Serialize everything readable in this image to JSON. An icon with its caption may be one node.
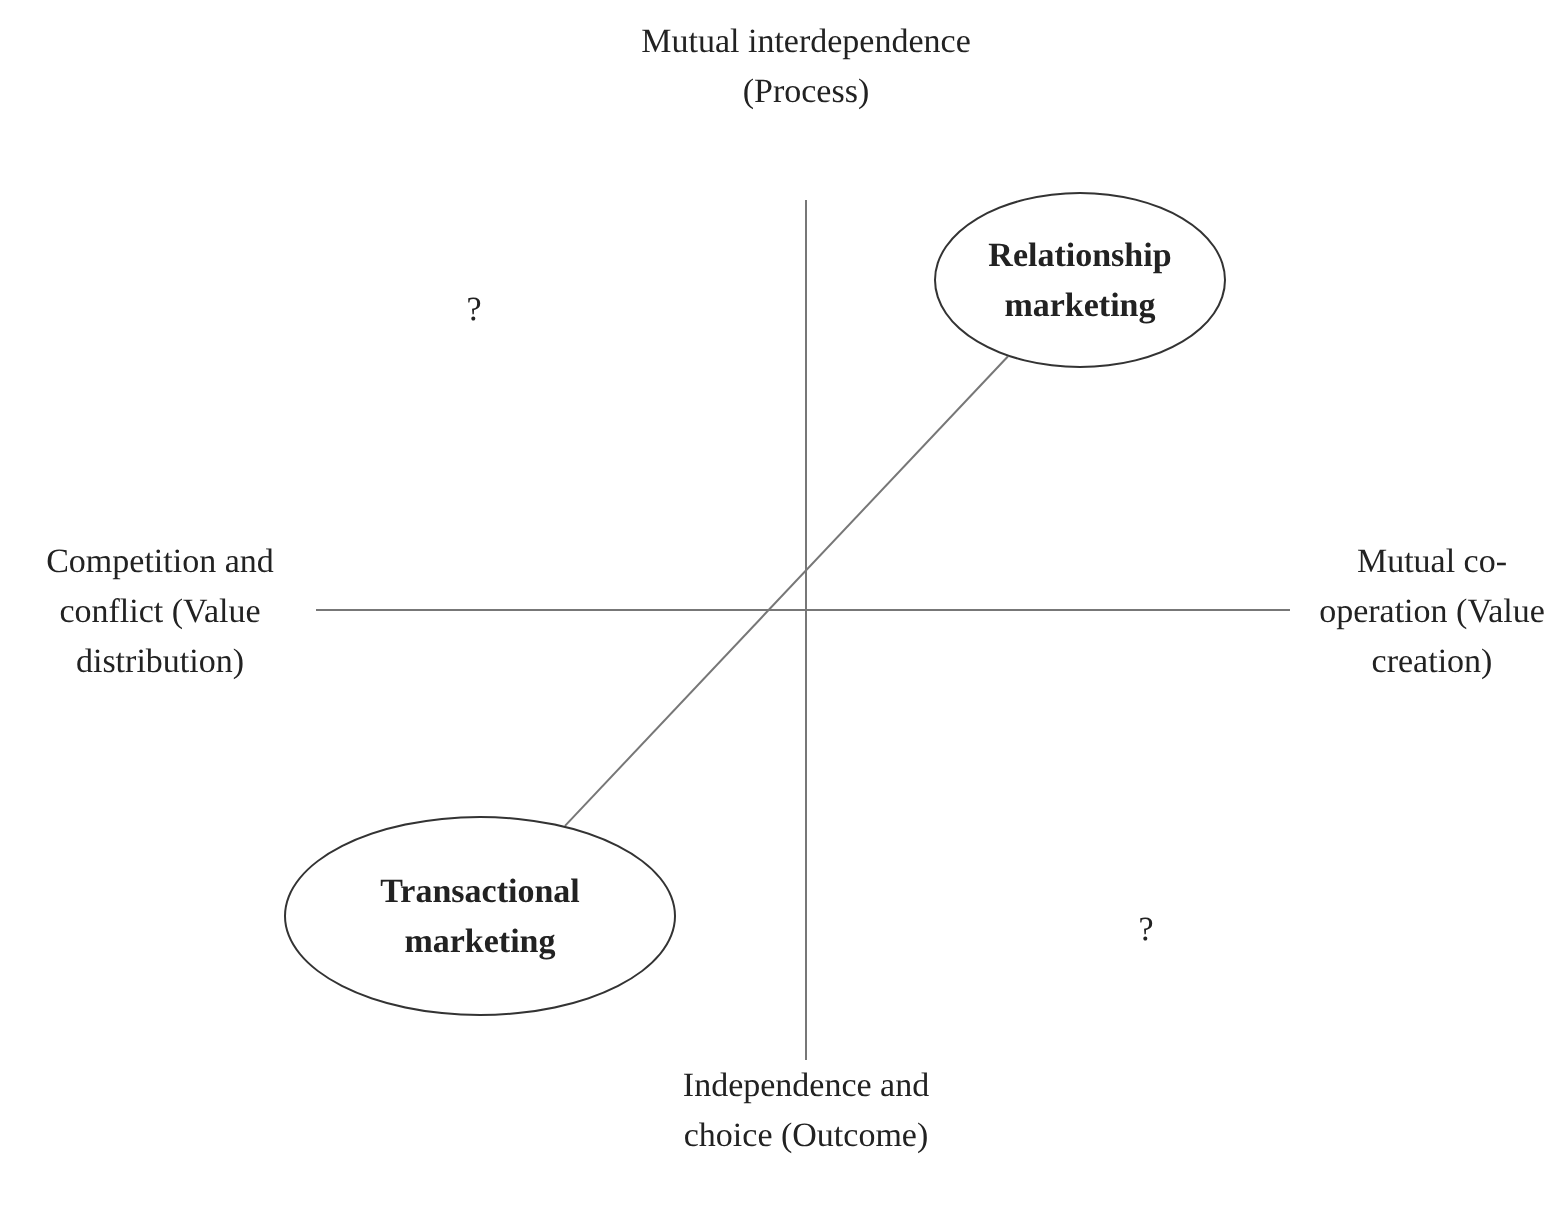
{
  "diagram": {
    "nodes": [
      {
        "text": [
          "Relationship marketing"
        ]
      },
      {
        "text": [
          "Transactional marketing"
        ]
      }
    ],
    "edges": [
      {
        "from": 1,
        "to": 0,
        "arrow": "none"
      }
    ],
    "labels": [
      "Mutual interdependence (Process)",
      "?",
      "Competition and conflict (Value distribution)",
      "Mutual co-operation (Value creation)",
      "?",
      "Independence and choice (Outcome)"
    ]
  }
}
